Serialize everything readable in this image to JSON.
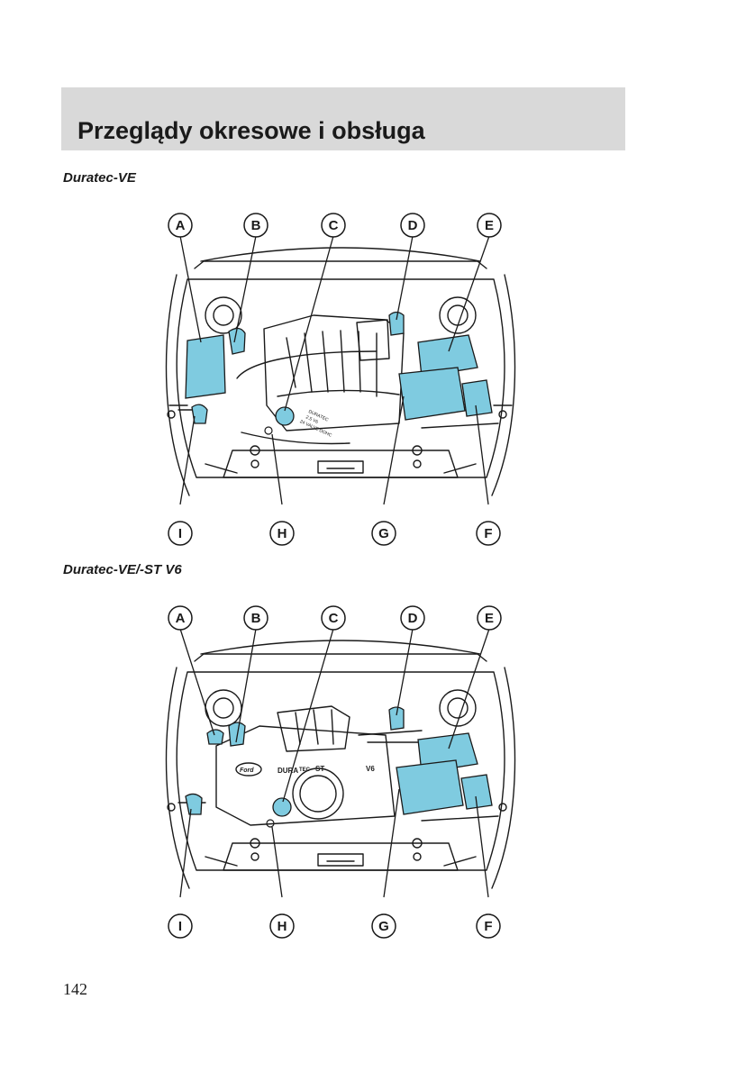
{
  "header": {
    "title": "Przeglądy okresowe i obsługa"
  },
  "sections": [
    {
      "subtitle": "Duratec-VE",
      "engine_text": [
        "DURATEC",
        "2.5 V6",
        "24 VALVE DOHC"
      ],
      "top_labels": [
        "A",
        "B",
        "C",
        "D",
        "E"
      ],
      "bottom_labels": [
        "I",
        "H",
        "G",
        "F"
      ]
    },
    {
      "subtitle": "Duratec-VE/-ST V6",
      "engine_text": [
        "DURA",
        "TEC",
        "ST",
        "V6",
        "Ford"
      ],
      "top_labels": [
        "A",
        "B",
        "C",
        "D",
        "E"
      ],
      "bottom_labels": [
        "I",
        "H",
        "G",
        "F"
      ]
    }
  ],
  "colors": {
    "highlight": "#7fcbe0",
    "band": "#d9d9d9",
    "ink": "#1a1a1a"
  },
  "page_number": "142"
}
